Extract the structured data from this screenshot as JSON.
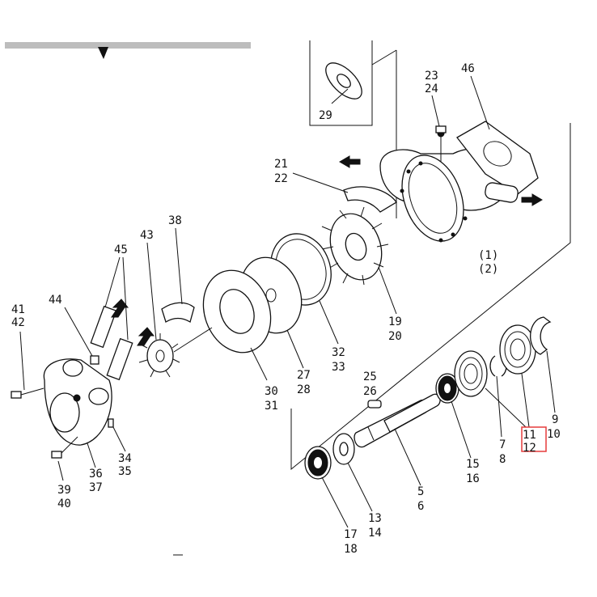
{
  "diagram": {
    "labels": {
      "l1_2": [
        "(1)",
        "(2)"
      ],
      "l5_6": [
        "5",
        "6"
      ],
      "l7_8": [
        "7",
        "8"
      ],
      "l9_10": [
        "9",
        "10"
      ],
      "l11_12": [
        "11",
        "12"
      ],
      "l13_14": [
        "13",
        "14"
      ],
      "l15_16": [
        "15",
        "16"
      ],
      "l17_18": [
        "17",
        "18"
      ],
      "l19_20": [
        "19",
        "20"
      ],
      "l21_22": [
        "21",
        "22"
      ],
      "l23_24": [
        "23",
        "24"
      ],
      "l25_26": [
        "25",
        "26"
      ],
      "l27_28": [
        "27",
        "28"
      ],
      "l29": [
        "29"
      ],
      "l30_31": [
        "30",
        "31"
      ],
      "l32_33": [
        "32",
        "33"
      ],
      "l34_35": [
        "34",
        "35"
      ],
      "l36_37": [
        "36",
        "37"
      ],
      "l38": [
        "38"
      ],
      "l39_40": [
        "39",
        "40"
      ],
      "l41_42": [
        "41",
        "42"
      ],
      "l43": [
        "43"
      ],
      "l44": [
        "44"
      ],
      "l45": [
        "45"
      ],
      "l46": [
        "46"
      ]
    },
    "highlight_color": "#e63b3b"
  }
}
